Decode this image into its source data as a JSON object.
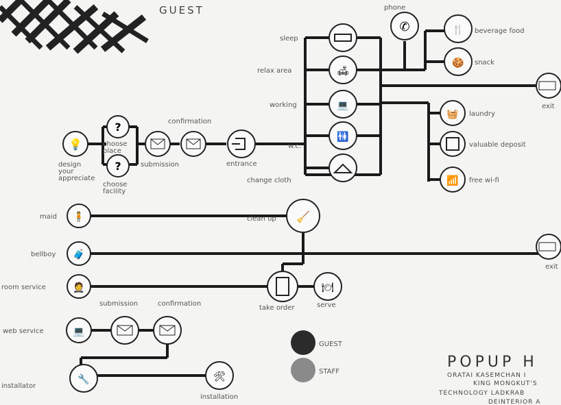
{
  "header": {
    "title": "GUEST"
  },
  "guest_flow": {
    "design": "design\nyour\nappreciate",
    "choose_place": "choose\nplace",
    "choose_facility": "choose\nfacility",
    "submission": "submission",
    "confirmation": "confirmation",
    "entrance": "entrance",
    "wc": "w.c.",
    "change_cloth": "change cloth",
    "sleep": "sleep",
    "relax": "relax area",
    "working": "working",
    "phone": "phone",
    "food": "beverage food",
    "snack": "snack",
    "exit": "exit",
    "laundry": "laundry",
    "deposit": "valuable deposit",
    "wifi": "free wi-fi"
  },
  "staff_flow": {
    "maid": "maid",
    "bellboy": "bellboy",
    "room_service": "room service",
    "clean_up": "clean up",
    "exit": "exit",
    "submission": "submission",
    "confirmation": "confirmation",
    "take_order": "take order",
    "serve": "serve",
    "web_service": "web service",
    "installator": "installator",
    "installation": "installation"
  },
  "legend": {
    "guest": "GUEST",
    "staff": "STAFF"
  },
  "footer": {
    "title": "POPUP H",
    "line1": "ORATAI KASEMCHAN I",
    "line2": "KING MONGKUT'S",
    "line3": "TECHNOLOGY LADKRAB",
    "line4": "DEINTERIOR A"
  },
  "colors": {
    "guest_dot": "#2b2b2b",
    "staff_dot": "#8a8a8a",
    "line": "#1a1a1a"
  }
}
